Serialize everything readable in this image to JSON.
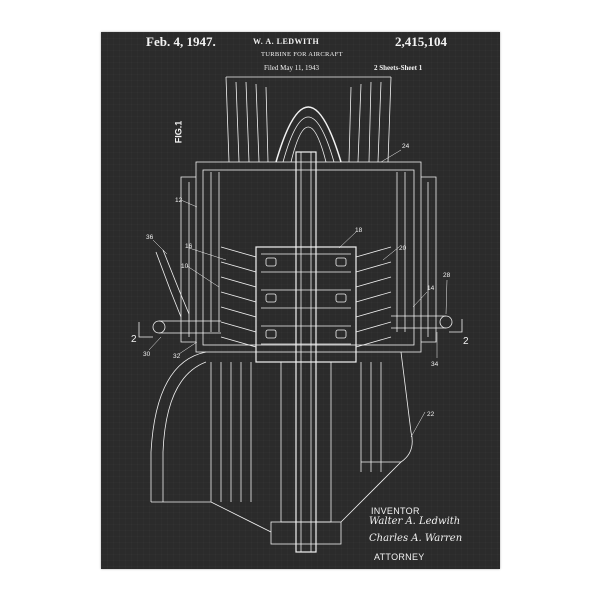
{
  "header": {
    "date": "Feb. 4, 1947.",
    "inventor": "W. A. LEDWITH",
    "patent_number": "2,415,104",
    "title": "TURBINE FOR AIRCRAFT",
    "filed": "Filed May 11, 1943",
    "sheets": "2 Sheets-Sheet 1"
  },
  "figure_label": "FIG.1",
  "reference_numerals": {
    "n24": "24",
    "n12": "12",
    "n36": "36",
    "n16": "16",
    "n10": "10",
    "n18": "18",
    "n20": "20",
    "n14": "14",
    "n28": "28",
    "n30": "30",
    "n32": "32",
    "n34": "34",
    "n22": "22",
    "sec_left": "2",
    "sec_right": "2"
  },
  "signatures": {
    "inventor_label": "INVENTOR",
    "attorney_label": "ATTORNEY",
    "inventor_signature": "Walter A. Ledwith",
    "attorney_signature": "Charles A. Warren"
  },
  "colors": {
    "poster_background": "#2b2b2b",
    "line": "#f2f2f2",
    "page": "#ffffff"
  }
}
